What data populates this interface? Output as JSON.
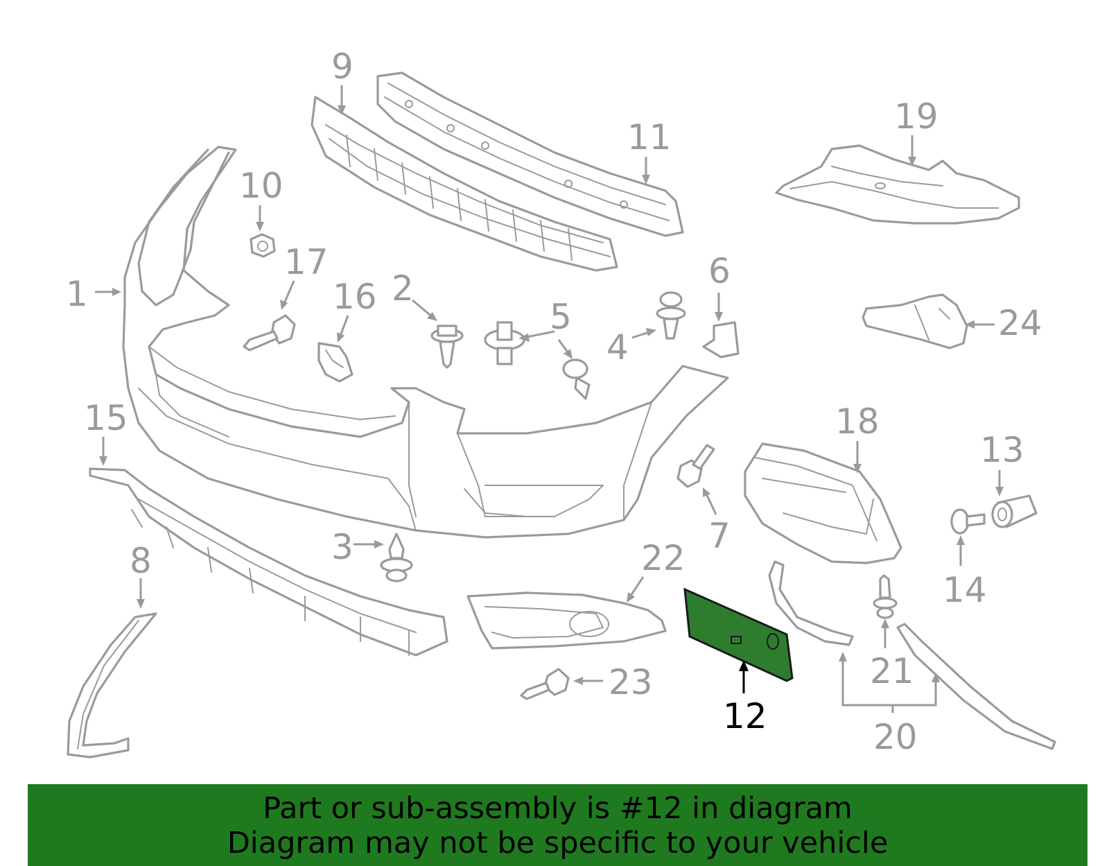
{
  "diagram": {
    "highlight_color": "#2e7d2e",
    "callouts": [
      {
        "id": "c1",
        "label": "1"
      },
      {
        "id": "c2",
        "label": "2"
      },
      {
        "id": "c3",
        "label": "3"
      },
      {
        "id": "c4",
        "label": "4"
      },
      {
        "id": "c5",
        "label": "5"
      },
      {
        "id": "c6",
        "label": "6"
      },
      {
        "id": "c7",
        "label": "7"
      },
      {
        "id": "c8",
        "label": "8"
      },
      {
        "id": "c9",
        "label": "9"
      },
      {
        "id": "c10",
        "label": "10"
      },
      {
        "id": "c11",
        "label": "11"
      },
      {
        "id": "c12",
        "label": "12"
      },
      {
        "id": "c13",
        "label": "13"
      },
      {
        "id": "c14",
        "label": "14"
      },
      {
        "id": "c15",
        "label": "15"
      },
      {
        "id": "c16",
        "label": "16"
      },
      {
        "id": "c17",
        "label": "17"
      },
      {
        "id": "c18",
        "label": "18"
      },
      {
        "id": "c19",
        "label": "19"
      },
      {
        "id": "c20",
        "label": "20"
      },
      {
        "id": "c21",
        "label": "21"
      },
      {
        "id": "c22",
        "label": "22"
      },
      {
        "id": "c23",
        "label": "23"
      },
      {
        "id": "c24",
        "label": "24"
      }
    ]
  },
  "banner": {
    "line1": "Part or sub-assembly is #12 in diagram",
    "line2": "Diagram may not be specific to your vehicle",
    "color": "#1f7a1f"
  }
}
